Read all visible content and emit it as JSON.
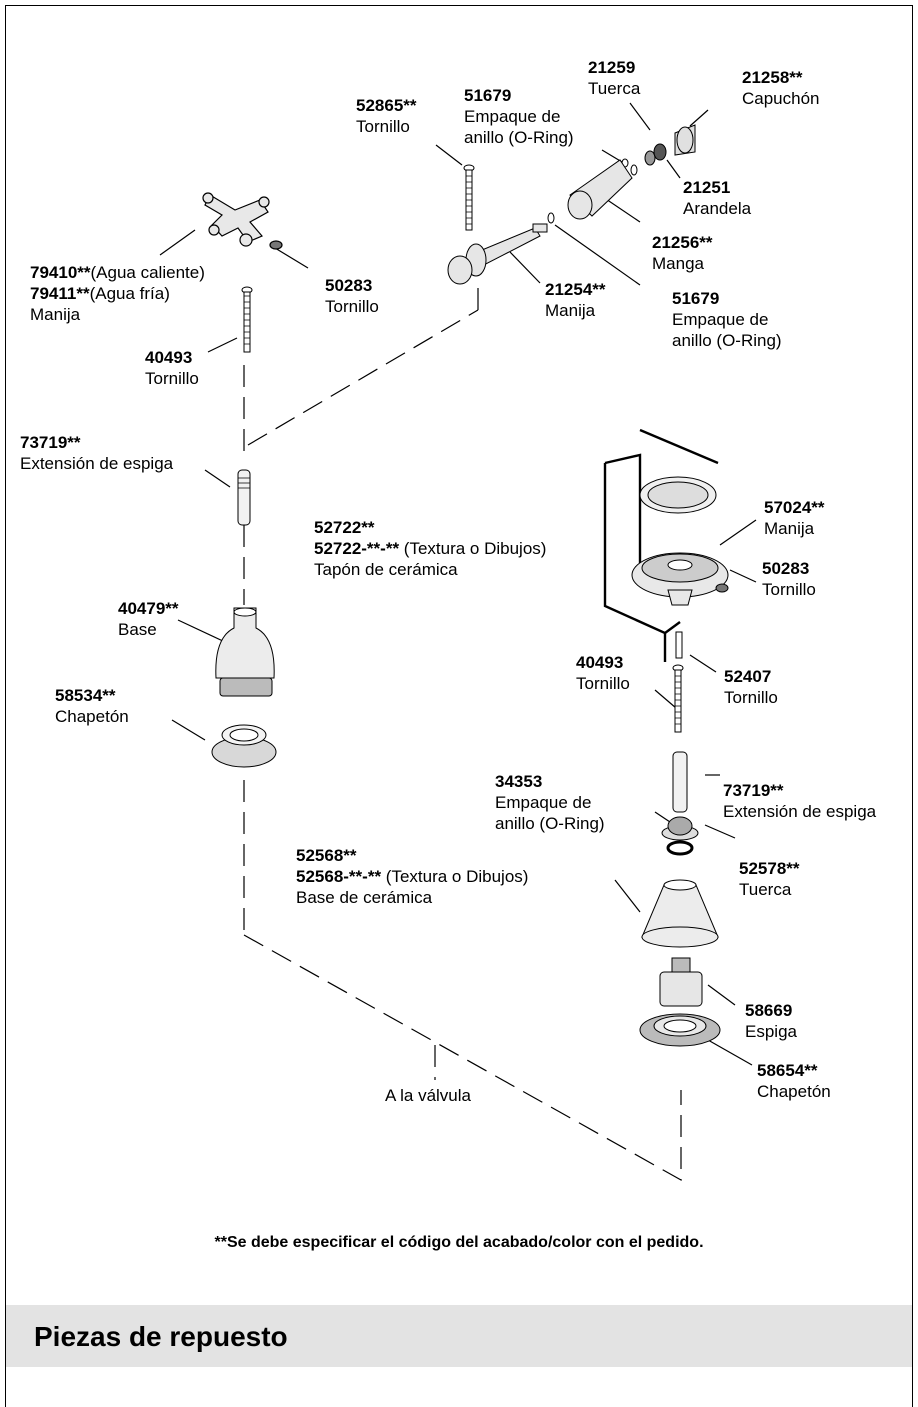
{
  "labels": [
    {
      "id": "lbl-52865",
      "code": "52865**",
      "lines": [
        "Tornillo"
      ]
    },
    {
      "id": "lbl-51679-top",
      "code": "51679",
      "lines": [
        "Empaque de",
        "anillo (O-Ring)"
      ]
    },
    {
      "id": "lbl-21259",
      "code": "21259",
      "lines": [
        "Tuerca"
      ]
    },
    {
      "id": "lbl-21258",
      "code": "21258**",
      "lines": [
        "Capuchón"
      ]
    },
    {
      "id": "lbl-21251",
      "code": "21251",
      "lines": [
        "Arandela"
      ]
    },
    {
      "id": "lbl-21256",
      "code": "21256**",
      "lines": [
        "Manga"
      ]
    },
    {
      "id": "lbl-21254",
      "code": "21254**",
      "lines": [
        "Manija"
      ]
    },
    {
      "id": "lbl-51679-bottom",
      "code": "51679",
      "lines": [
        "Empaque de",
        "anillo (O-Ring)"
      ]
    },
    {
      "id": "lbl-50283-left",
      "code": "50283",
      "lines": [
        "Tornillo"
      ]
    },
    {
      "id": "lbl-40493-left",
      "code": "40493",
      "lines": [
        "Tornillo"
      ]
    },
    {
      "id": "lbl-73719-left",
      "code": "73719**",
      "lines": [
        "Extensión de espiga"
      ]
    },
    {
      "id": "lbl-40479",
      "code": "40479**",
      "lines": [
        "Base"
      ]
    },
    {
      "id": "lbl-58534",
      "code": "58534**",
      "lines": [
        "Chapetón"
      ]
    },
    {
      "id": "lbl-57024",
      "code": "57024**",
      "lines": [
        "Manija"
      ]
    },
    {
      "id": "lbl-50283-right",
      "code": "50283",
      "lines": [
        "Tornillo"
      ]
    },
    {
      "id": "lbl-52407",
      "code": "52407",
      "lines": [
        "Tornillo"
      ]
    },
    {
      "id": "lbl-40493-right",
      "code": "40493",
      "lines": [
        "Tornillo"
      ]
    },
    {
      "id": "lbl-73719-right",
      "code": "73719**",
      "lines": [
        "Extensión de espiga"
      ]
    },
    {
      "id": "lbl-34353",
      "code": "34353",
      "lines": [
        "Empaque de",
        "anillo (O-Ring)"
      ]
    },
    {
      "id": "lbl-52578",
      "code": "52578**",
      "lines": [
        "Tuerca"
      ]
    },
    {
      "id": "lbl-58669",
      "code": "58669",
      "lines": [
        "Espiga"
      ]
    },
    {
      "id": "lbl-58654",
      "code": "58654**",
      "lines": [
        "Chapetón"
      ]
    }
  ],
  "multi_labels": {
    "manija_79410": {
      "code1": "79410**",
      "text1": "(Agua caliente)",
      "code2": "79411**",
      "text2": "(Agua fría)",
      "text3": "Manija"
    },
    "tapon_52722": {
      "code1": "52722**",
      "code2": "52722-**-**",
      "text2": " (Textura o Dibujos)",
      "text3": "Tapón de cerámica"
    },
    "base_52568": {
      "code1": "52568**",
      "code2": "52568-**-**",
      "text2": " (Textura o Dibujos)",
      "text3": "Base de cerámica"
    }
  },
  "to_valve": "A la válvula",
  "footnote": "**Se debe especificar el código del acabado/color con el pedido.",
  "section_title": "Piezas de repuesto"
}
